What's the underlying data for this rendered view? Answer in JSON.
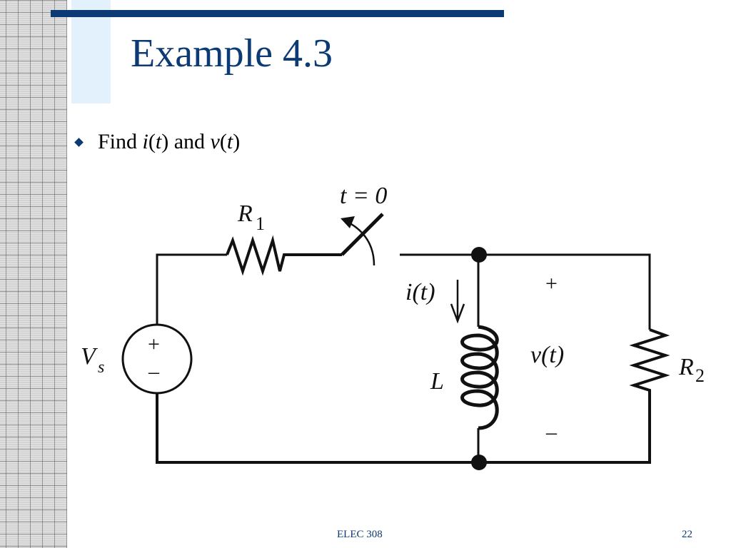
{
  "slide": {
    "title": "Example 4.3",
    "bullet": {
      "prefix": "Find ",
      "i": "i",
      "t1": "t",
      "mid": " and ",
      "v": "v",
      "t2": "t",
      "open": "(",
      "close": ")"
    },
    "footer_center": "ELEC 308",
    "page_number": "22"
  },
  "circuit": {
    "switch_label": "t = 0",
    "r1_label": "R",
    "r1_sub": "1",
    "r2_label": "R",
    "r2_sub": "2",
    "vs_label": "V",
    "vs_sub": "s",
    "vs_plus": "+",
    "vs_minus": "–",
    "current_label": "i(t)",
    "inductor_label": "L",
    "voltage_label": "v(t)",
    "v_plus": "+",
    "v_minus": "–"
  },
  "colors": {
    "accent": "#0b3a74",
    "light": "#e3f1fd"
  }
}
